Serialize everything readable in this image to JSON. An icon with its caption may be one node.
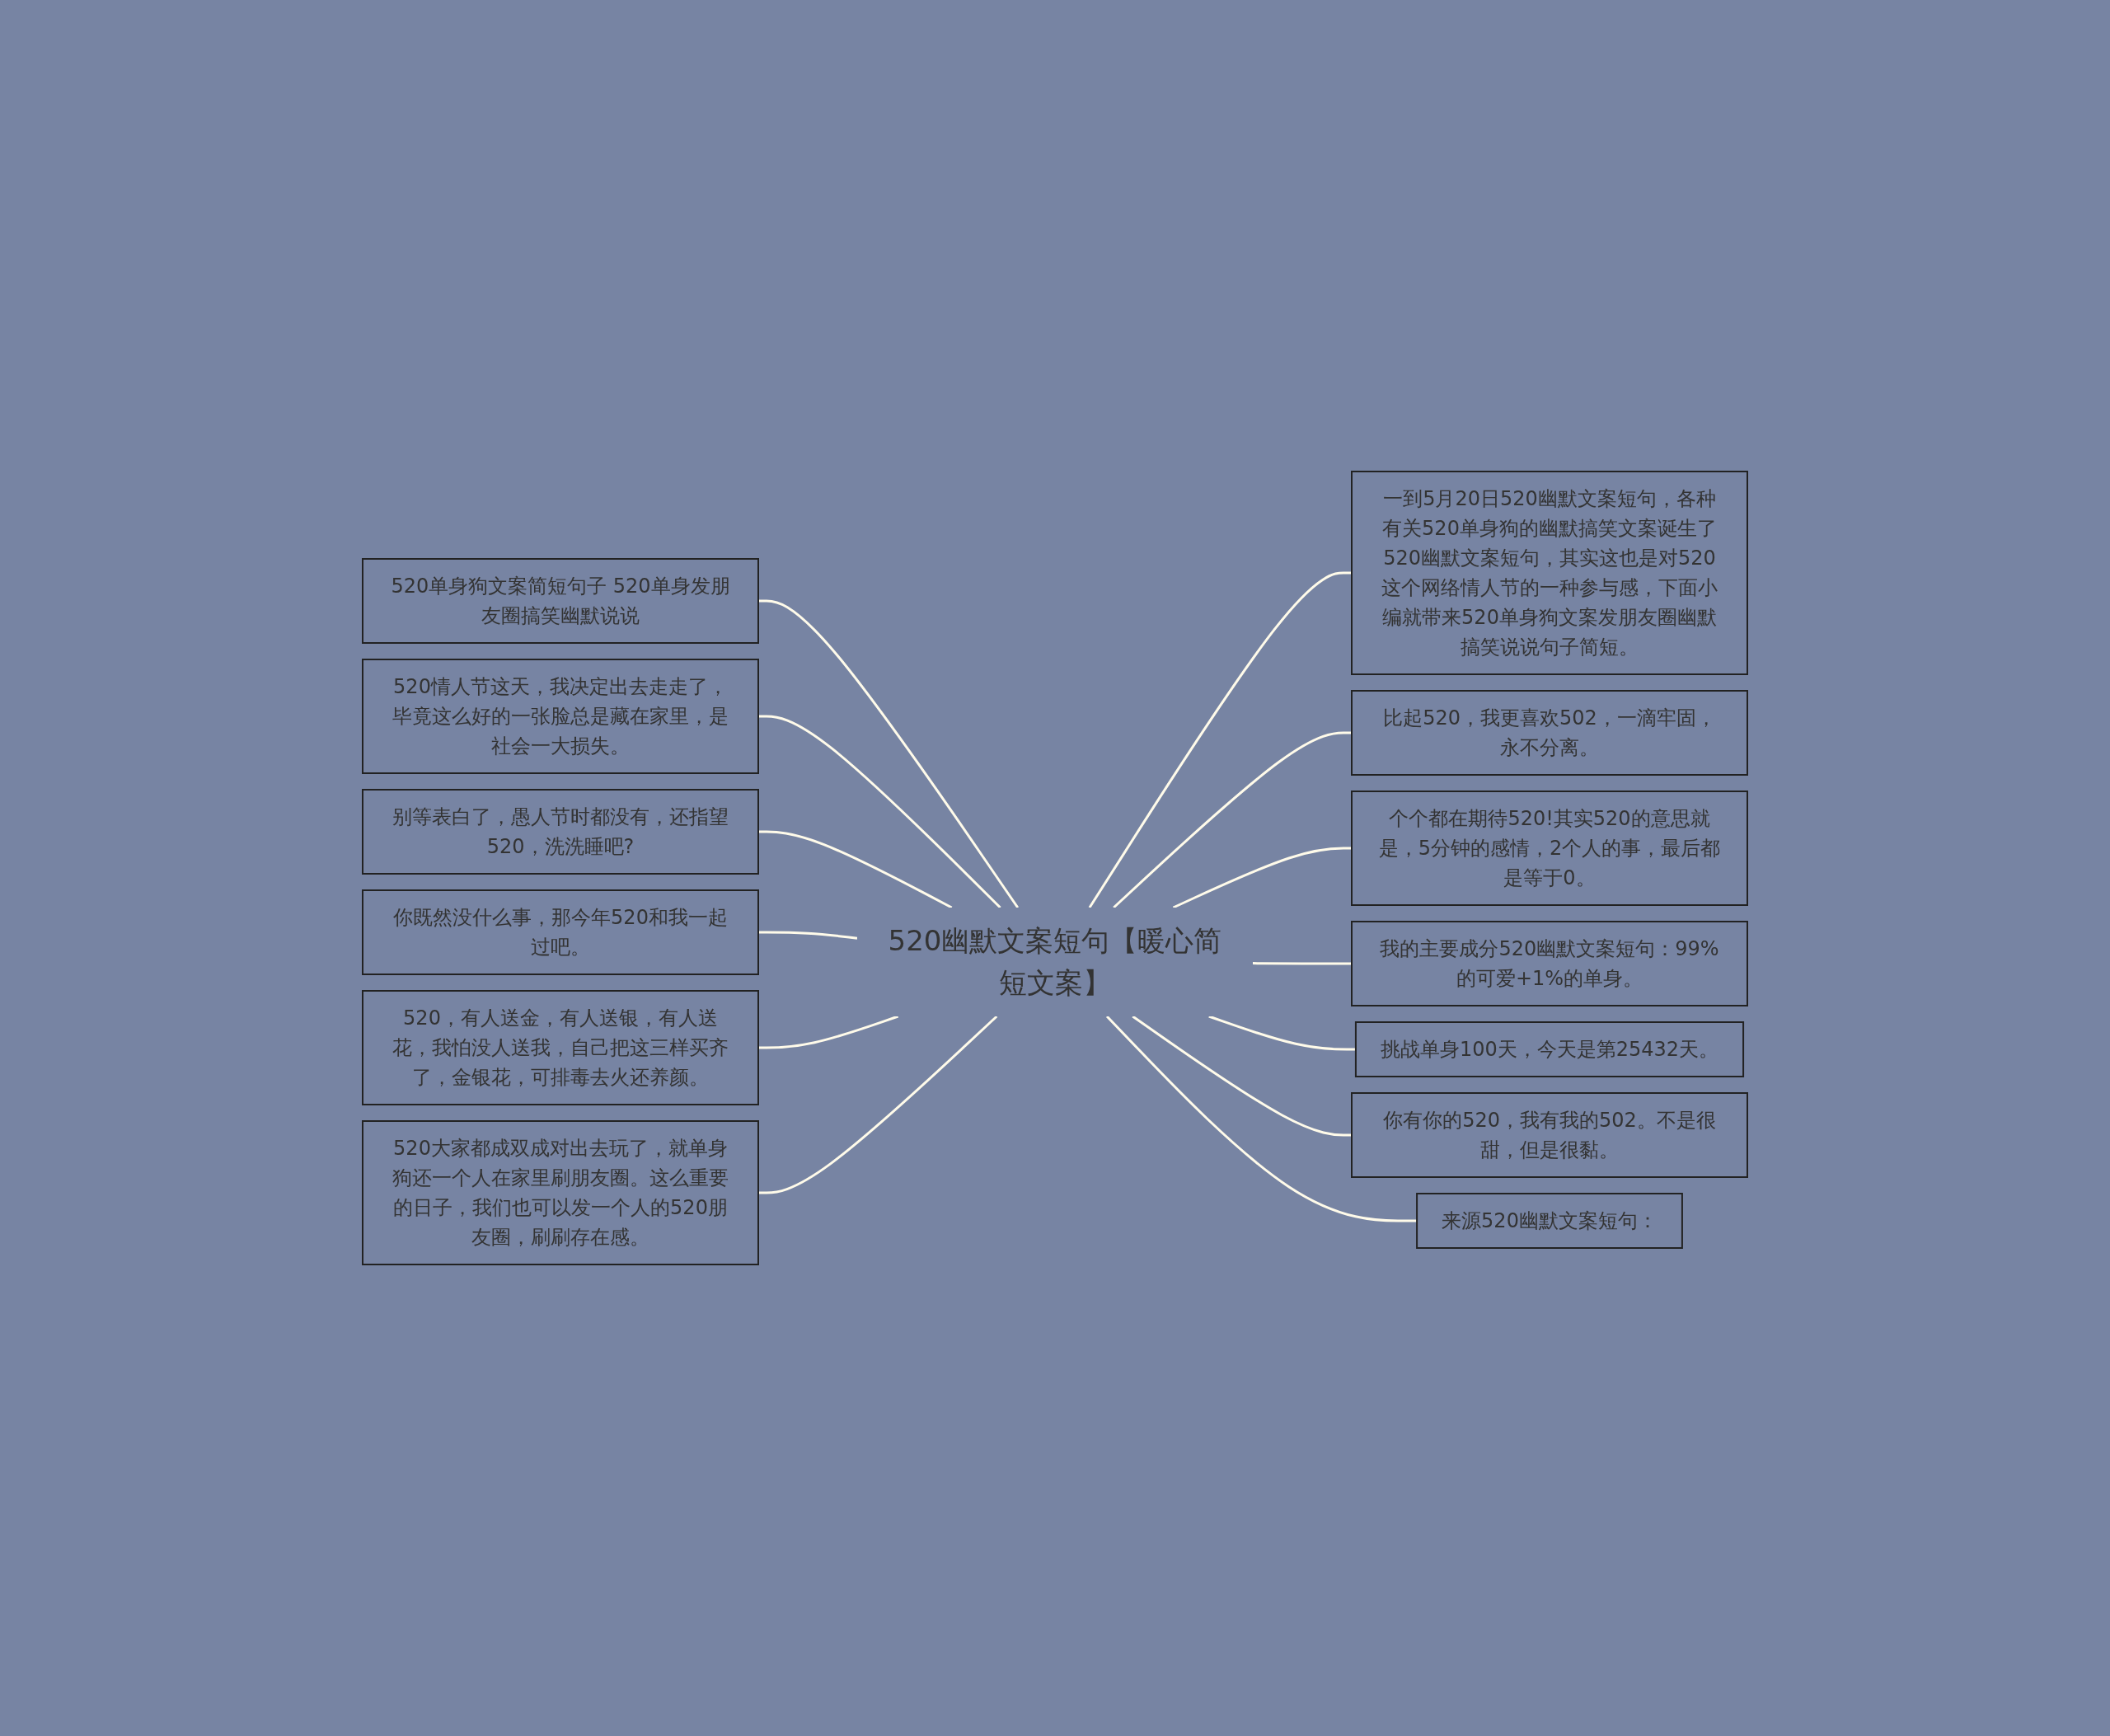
{
  "diagram": {
    "nodes": [
      {
        "text": [
          "520幽默文案短句【暖心简短文案】"
        ]
      },
      {
        "text": [
          "520单身狗文案简短句子 520单身发朋友圈搞笑幽默说说"
        ]
      },
      {
        "text": [
          "520情人节这天，我决定出去走走了，毕竟这么好的一张脸总是藏在家里，是社会一大损失。"
        ]
      },
      {
        "text": [
          "别等表白了，愚人节时都没有，还指望520，洗洗睡吧?"
        ]
      },
      {
        "text": [
          "你既然没什么事，那今年520和我一起过吧。"
        ]
      },
      {
        "text": [
          "520，有人送金，有人送银，有人送花，我怕没人送我，自己把这三样买齐了，金银花，可排毒去火还养颜。"
        ]
      },
      {
        "text": [
          "520大家都成双成对出去玩了，就单身狗还一个人在家里刷朋友圈。这么重要的日子，我们也可以发一个人的520朋友圈，刷刷存在感。"
        ]
      },
      {
        "text": [
          "一到5月20日520幽默文案短句，各种有关520单身狗的幽默搞笑文案诞生了520幽默文案短句，其实这也是对520这个网络情人节的一种参与感，下面小编就带来520单身狗文案发朋友圈幽默搞笑说说句子简短。"
        ]
      },
      {
        "text": [
          "比起520，我更喜欢502，一滴牢固，永不分离。"
        ]
      },
      {
        "text": [
          "个个都在期待520!其实520的意思就是，5分钟的感情，2个人的事，最后都是等于0。"
        ]
      },
      {
        "text": [
          "我的主要成分520幽默文案短句：99%的可爱+1%的单身。"
        ]
      },
      {
        "text": [
          "挑战单身100天，今天是第25432天。"
        ]
      },
      {
        "text": [
          "你有你的520，我有我的502。不是很甜，但是很黏。"
        ]
      },
      {
        "text": [
          "来源520幽默文案短句："
        ]
      }
    ],
    "edges": [
      {
        "from": 0,
        "to": 1,
        "arrow": "none"
      },
      {
        "from": 0,
        "to": 2,
        "arrow": "none"
      },
      {
        "from": 0,
        "to": 3,
        "arrow": "none"
      },
      {
        "from": 0,
        "to": 4,
        "arrow": "none"
      },
      {
        "from": 0,
        "to": 5,
        "arrow": "none"
      },
      {
        "from": 0,
        "to": 6,
        "arrow": "none"
      },
      {
        "from": 0,
        "to": 7,
        "arrow": "none"
      },
      {
        "from": 0,
        "to": 8,
        "arrow": "none"
      },
      {
        "from": 0,
        "to": 9,
        "arrow": "none"
      },
      {
        "from": 0,
        "to": 10,
        "arrow": "none"
      },
      {
        "from": 0,
        "to": 11,
        "arrow": "none"
      },
      {
        "from": 0,
        "to": 12,
        "arrow": "none"
      },
      {
        "from": 0,
        "to": 13,
        "arrow": "none"
      }
    ]
  }
}
